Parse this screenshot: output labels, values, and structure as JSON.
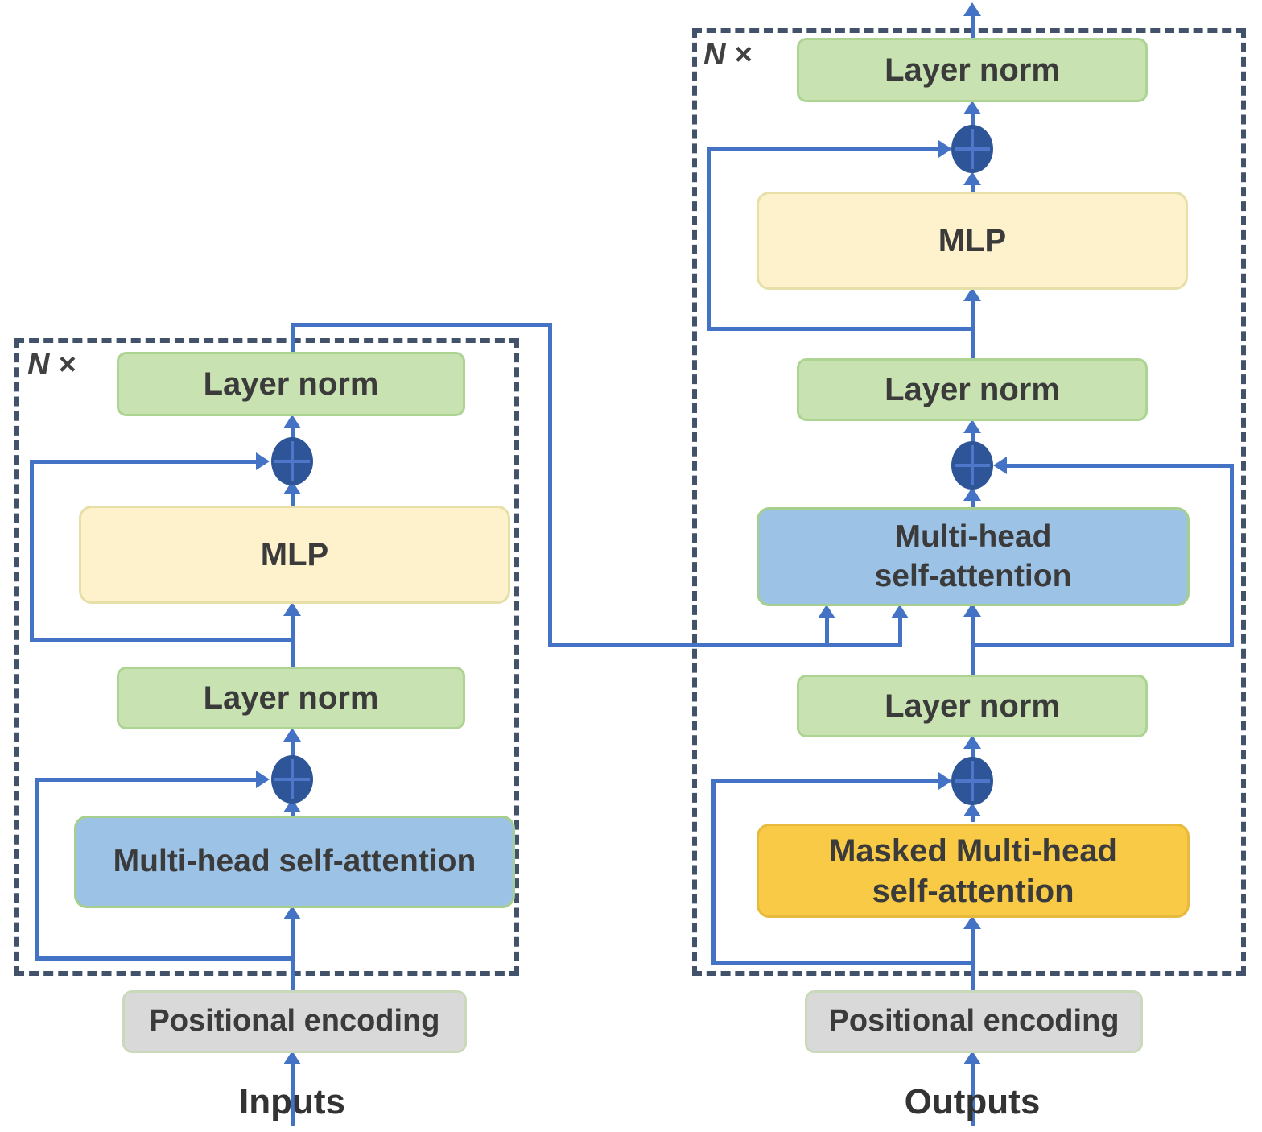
{
  "title": "Transformer encoder-decoder architecture diagram",
  "colors": {
    "line": "#4472c4",
    "node": "#2e5597",
    "dash": "#42526b",
    "text": "#3b3b3b",
    "green_fill": "#c8e2b1",
    "green_border": "#aed494",
    "yellow_fill": "#fdf2cc",
    "yellow_border": "#e6dfa8",
    "blue_fill": "#9cc3e5",
    "blue_border": "#a6cf8e",
    "orange_fill": "#f8ca45",
    "orange_border": "#e7b93c",
    "gray_fill": "#d9d9d9",
    "gray_border": "#c9d9ba"
  },
  "encoder": {
    "repeat_label": "N ×",
    "layer_norm_top": "Layer norm",
    "mlp": "MLP",
    "layer_norm_bottom": "Layer norm",
    "attention": "Multi-head self-attention",
    "positional_encoding": "Positional encoding",
    "io_label": "Inputs"
  },
  "decoder": {
    "repeat_label": "N ×",
    "layer_norm_top": "Layer norm",
    "mlp": "MLP",
    "layer_norm_middle": "Layer norm",
    "attention_line1": "Multi-head",
    "attention_line2": "self-attention",
    "layer_norm_bottom": "Layer norm",
    "masked_attention_line1": "Masked Multi-head",
    "masked_attention_line2": "self-attention",
    "positional_encoding": "Positional encoding",
    "io_label": "Outputs"
  }
}
